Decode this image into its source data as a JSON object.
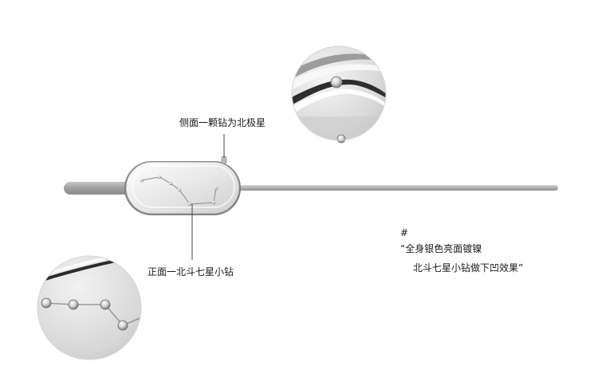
{
  "annotations": {
    "side_label": "侧面一颗钻为北极星",
    "front_label": "正面一北斗七星小钻",
    "hash_mark": "#",
    "description_line1": "“全身银色亮面镀镍",
    "description_line2": "北斗七星小钻做下凹效果”"
  },
  "colors": {
    "background": "#ffffff",
    "rod": "#a4a4a4",
    "rod_highlight": "#d6d6d6",
    "body_edge": "#8a8a8a",
    "body_fill": "#eeeeee",
    "lens_fill": "#dcdcdc",
    "leader_line": "#444444"
  }
}
